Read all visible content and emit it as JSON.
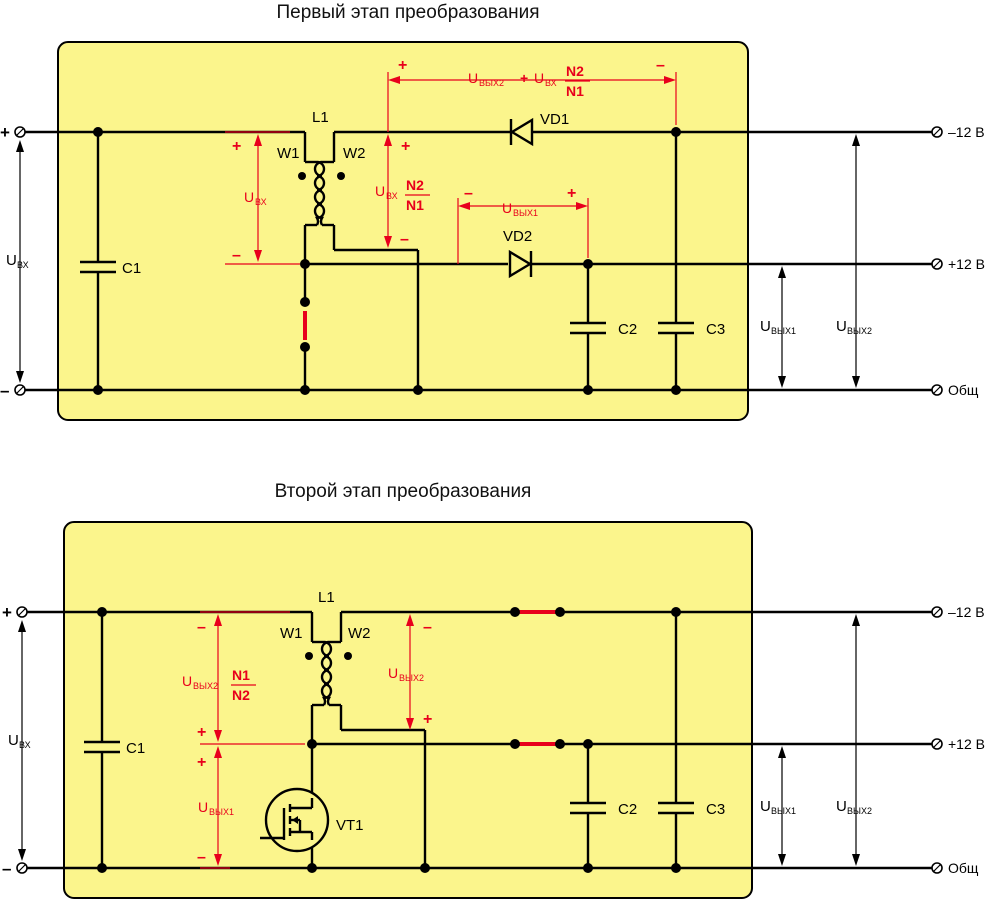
{
  "stage1": {
    "title": "Первый этап преобразования",
    "labels": {
      "l1": "L1",
      "w1": "W1",
      "w2": "W2",
      "vd1": "VD1",
      "vd2": "VD2",
      "c1": "C1",
      "c2": "C2",
      "c3": "C3"
    },
    "voltages": {
      "u_main": "U",
      "u_vx_sub": "ВХ",
      "u_out_main": "U",
      "u_out1_sub": "ВЫХ1",
      "u_out2_sub": "ВЫХ2",
      "expr_u": "U",
      "expr_plus": "+",
      "n2": "N2",
      "n1": "N1"
    }
  },
  "stage2": {
    "title": "Второй этап преобразования",
    "labels": {
      "l1": "L1",
      "w1": "W1",
      "w2": "W2",
      "vt1": "VT1",
      "c1": "C1",
      "c2": "C2",
      "c3": "C3"
    },
    "voltages": {
      "u_main": "U",
      "u_vx_sub": "ВХ",
      "u_out1_sub": "ВЫХ1",
      "u_out2_sub": "ВЫХ2",
      "n1": "N1",
      "n2": "N2"
    }
  },
  "terminals": {
    "minus12": "–12 В",
    "plus12": "+12 В",
    "common": "Общ"
  },
  "signs": {
    "plus": "+",
    "minus": "–"
  },
  "colors": {
    "panel": "#fbf58c",
    "accent": "#e8001c",
    "wire": "#000000"
  }
}
